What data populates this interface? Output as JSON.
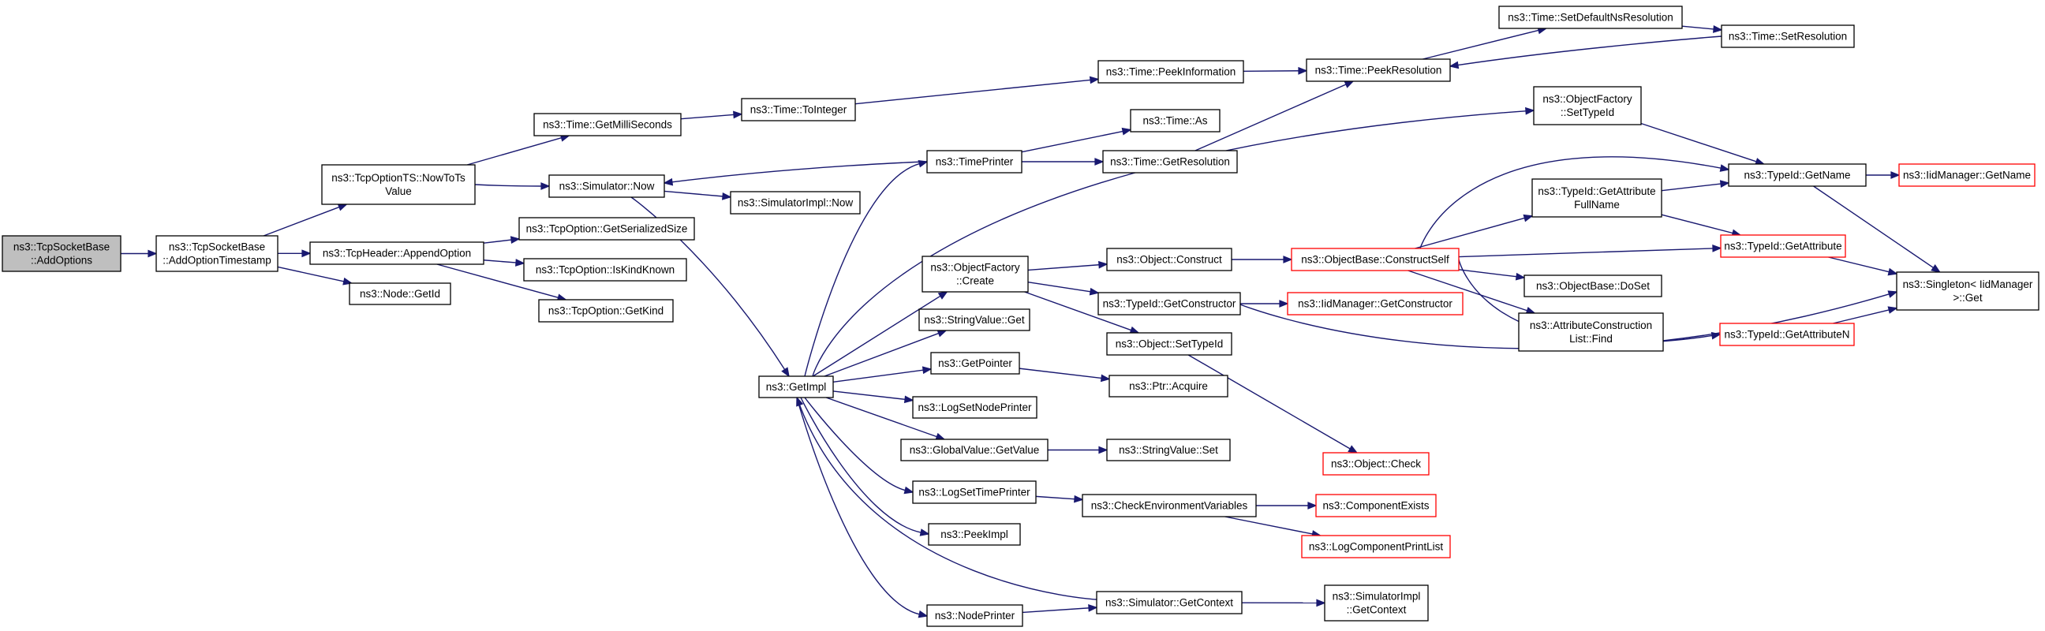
{
  "diagram": {
    "nodes": [
      {
        "id": "n0",
        "lines": [
          "ns3::TcpSocketBase",
          "::AddOptions"
        ],
        "style": "root"
      },
      {
        "id": "n1",
        "lines": [
          "ns3::TcpSocketBase",
          "::AddOptionTimestamp"
        ],
        "style": "normal"
      },
      {
        "id": "n2",
        "lines": [
          "ns3::TcpOptionTS::NowToTs",
          "Value"
        ],
        "style": "normal"
      },
      {
        "id": "n3",
        "lines": [
          "ns3::TcpHeader::AppendOption"
        ],
        "style": "normal"
      },
      {
        "id": "n4",
        "lines": [
          "ns3::Node::GetId"
        ],
        "style": "normal"
      },
      {
        "id": "n5",
        "lines": [
          "ns3::Time::GetMilliSeconds"
        ],
        "style": "normal"
      },
      {
        "id": "n6",
        "lines": [
          "ns3::Simulator::Now"
        ],
        "style": "normal"
      },
      {
        "id": "n7",
        "lines": [
          "ns3::TcpOption::GetSerializedSize"
        ],
        "style": "normal"
      },
      {
        "id": "n8",
        "lines": [
          "ns3::TcpOption::IsKindKnown"
        ],
        "style": "normal"
      },
      {
        "id": "n9",
        "lines": [
          "ns3::TcpOption::GetKind"
        ],
        "style": "normal"
      },
      {
        "id": "n10",
        "lines": [
          "ns3::Time::ToInteger"
        ],
        "style": "normal"
      },
      {
        "id": "n11",
        "lines": [
          "ns3::SimulatorImpl::Now"
        ],
        "style": "normal"
      },
      {
        "id": "n12",
        "lines": [
          "ns3::GetImpl"
        ],
        "style": "normal"
      },
      {
        "id": "n13",
        "lines": [
          "ns3::Time::PeekInformation"
        ],
        "style": "normal"
      },
      {
        "id": "n14",
        "lines": [
          "ns3::TimePrinter"
        ],
        "style": "normal"
      },
      {
        "id": "n15",
        "lines": [
          "ns3::ObjectFactory",
          "::Create"
        ],
        "style": "normal"
      },
      {
        "id": "n16",
        "lines": [
          "ns3::StringValue::Get"
        ],
        "style": "normal"
      },
      {
        "id": "n17",
        "lines": [
          "ns3::GetPointer"
        ],
        "style": "normal"
      },
      {
        "id": "n18",
        "lines": [
          "ns3::LogSetNodePrinter"
        ],
        "style": "normal"
      },
      {
        "id": "n19",
        "lines": [
          "ns3::GlobalValue::GetValue"
        ],
        "style": "normal"
      },
      {
        "id": "n20",
        "lines": [
          "ns3::LogSetTimePrinter"
        ],
        "style": "normal"
      },
      {
        "id": "n21",
        "lines": [
          "ns3::PeekImpl"
        ],
        "style": "normal"
      },
      {
        "id": "n22",
        "lines": [
          "ns3::NodePrinter"
        ],
        "style": "normal"
      },
      {
        "id": "n23",
        "lines": [
          "ns3::Time::As"
        ],
        "style": "normal"
      },
      {
        "id": "n24",
        "lines": [
          "ns3::Time::GetResolution"
        ],
        "style": "normal"
      },
      {
        "id": "n25",
        "lines": [
          "ns3::Object::Construct"
        ],
        "style": "normal"
      },
      {
        "id": "n26",
        "lines": [
          "ns3::TypeId::GetConstructor"
        ],
        "style": "normal"
      },
      {
        "id": "n27",
        "lines": [
          "ns3::Object::SetTypeId"
        ],
        "style": "normal"
      },
      {
        "id": "n28",
        "lines": [
          "ns3::Ptr::Acquire"
        ],
        "style": "normal"
      },
      {
        "id": "n29",
        "lines": [
          "ns3::StringValue::Set"
        ],
        "style": "normal"
      },
      {
        "id": "n30",
        "lines": [
          "ns3::CheckEnvironmentVariables"
        ],
        "style": "normal"
      },
      {
        "id": "n31",
        "lines": [
          "ns3::Simulator::GetContext"
        ],
        "style": "normal"
      },
      {
        "id": "n32",
        "lines": [
          "ns3::Time::PeekResolution"
        ],
        "style": "normal"
      },
      {
        "id": "n33",
        "lines": [
          "ns3::Time::SetDefaultNsResolution"
        ],
        "style": "normal"
      },
      {
        "id": "n34",
        "lines": [
          "ns3::Time::SetResolution"
        ],
        "style": "normal"
      },
      {
        "id": "n35",
        "lines": [
          "ns3::ObjectFactory",
          "::SetTypeId"
        ],
        "style": "normal"
      },
      {
        "id": "n36",
        "lines": [
          "ns3::ObjectBase::ConstructSelf"
        ],
        "style": "red"
      },
      {
        "id": "n37",
        "lines": [
          "ns3::IidManager::GetConstructor"
        ],
        "style": "red"
      },
      {
        "id": "n38",
        "lines": [
          "ns3::Object::Check"
        ],
        "style": "red"
      },
      {
        "id": "n39",
        "lines": [
          "ns3::ComponentExists"
        ],
        "style": "red"
      },
      {
        "id": "n40",
        "lines": [
          "ns3::LogComponentPrintList"
        ],
        "style": "red"
      },
      {
        "id": "n41",
        "lines": [
          "ns3::SimulatorImpl",
          "::GetContext"
        ],
        "style": "normal"
      },
      {
        "id": "n42",
        "lines": [
          "ns3::TypeId::GetAttribute",
          "FullName"
        ],
        "style": "normal"
      },
      {
        "id": "n43",
        "lines": [
          "ns3::ObjectBase::DoSet"
        ],
        "style": "normal"
      },
      {
        "id": "n44",
        "lines": [
          "ns3::AttributeConstruction",
          "List::Find"
        ],
        "style": "normal"
      },
      {
        "id": "n45",
        "lines": [
          "ns3::TypeId::GetName"
        ],
        "style": "normal"
      },
      {
        "id": "n46",
        "lines": [
          "ns3::TypeId::GetAttribute"
        ],
        "style": "red"
      },
      {
        "id": "n47",
        "lines": [
          "ns3::TypeId::GetAttributeN"
        ],
        "style": "red"
      },
      {
        "id": "n48",
        "lines": [
          "ns3::IidManager::GetName"
        ],
        "style": "red"
      },
      {
        "id": "n49",
        "lines": [
          "ns3::Singleton< IidManager",
          " >::Get"
        ],
        "style": "normal"
      }
    ],
    "edges": [
      [
        "n0",
        "n1"
      ],
      [
        "n1",
        "n2"
      ],
      [
        "n1",
        "n3"
      ],
      [
        "n1",
        "n4"
      ],
      [
        "n2",
        "n5"
      ],
      [
        "n2",
        "n6"
      ],
      [
        "n3",
        "n7"
      ],
      [
        "n3",
        "n8"
      ],
      [
        "n3",
        "n9"
      ],
      [
        "n5",
        "n10"
      ],
      [
        "n6",
        "n11"
      ],
      [
        "n6",
        "n12"
      ],
      [
        "n10",
        "n13"
      ],
      [
        "n13",
        "n32"
      ],
      [
        "n32",
        "n33"
      ],
      [
        "n33",
        "n34"
      ],
      [
        "n34",
        "n32"
      ],
      [
        "n12",
        "n14"
      ],
      [
        "n12",
        "n15"
      ],
      [
        "n12",
        "n16"
      ],
      [
        "n12",
        "n17"
      ],
      [
        "n12",
        "n18"
      ],
      [
        "n12",
        "n19"
      ],
      [
        "n12",
        "n20"
      ],
      [
        "n12",
        "n21"
      ],
      [
        "n12",
        "n22"
      ],
      [
        "n12",
        "n35"
      ],
      [
        "n14",
        "n6"
      ],
      [
        "n14",
        "n23"
      ],
      [
        "n14",
        "n24"
      ],
      [
        "n24",
        "n32"
      ],
      [
        "n15",
        "n25"
      ],
      [
        "n15",
        "n26"
      ],
      [
        "n15",
        "n27"
      ],
      [
        "n25",
        "n36"
      ],
      [
        "n26",
        "n37"
      ],
      [
        "n26",
        "n49"
      ],
      [
        "n27",
        "n38"
      ],
      [
        "n17",
        "n28"
      ],
      [
        "n19",
        "n29"
      ],
      [
        "n20",
        "n30"
      ],
      [
        "n30",
        "n39"
      ],
      [
        "n30",
        "n40"
      ],
      [
        "n22",
        "n31"
      ],
      [
        "n31",
        "n41"
      ],
      [
        "n31",
        "n12"
      ],
      [
        "n35",
        "n45"
      ],
      [
        "n36",
        "n42"
      ],
      [
        "n36",
        "n43"
      ],
      [
        "n36",
        "n44"
      ],
      [
        "n36",
        "n45"
      ],
      [
        "n36",
        "n46"
      ],
      [
        "n36",
        "n47"
      ],
      [
        "n42",
        "n45"
      ],
      [
        "n42",
        "n46"
      ],
      [
        "n45",
        "n48"
      ],
      [
        "n45",
        "n49"
      ],
      [
        "n46",
        "n49"
      ],
      [
        "n47",
        "n49"
      ]
    ]
  }
}
